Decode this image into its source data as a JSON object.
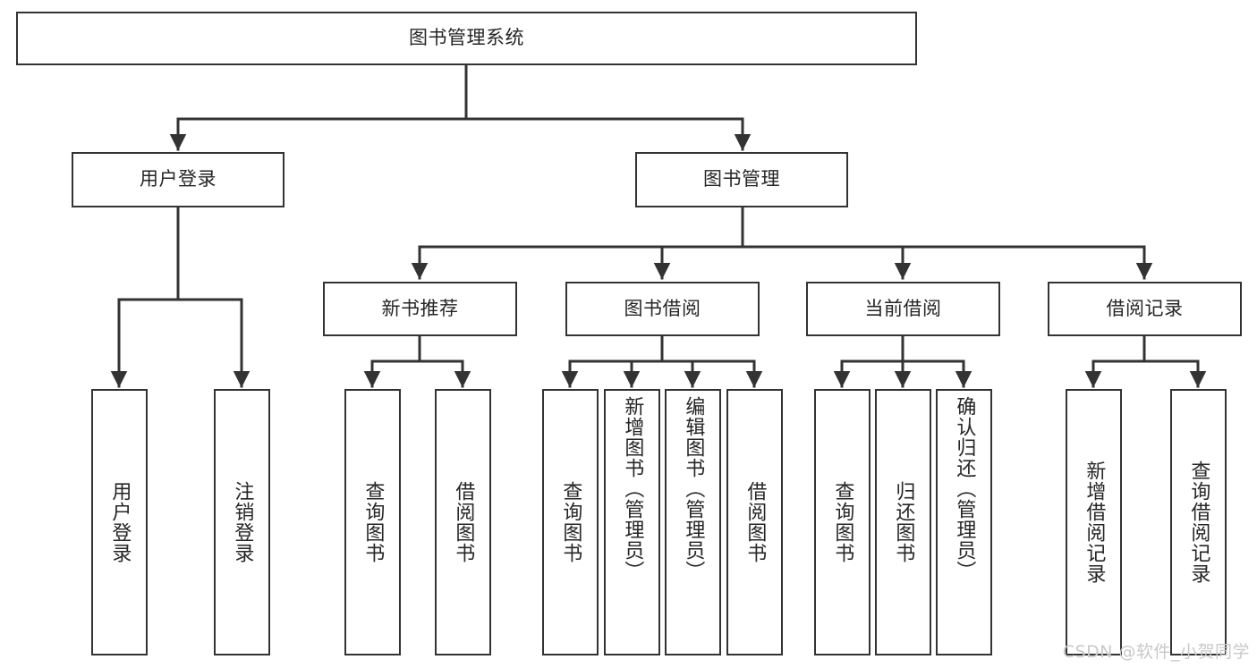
{
  "diagram": {
    "type": "tree-hierarchy-chart",
    "title": "图书管理系统",
    "watermark": "CSDN @软件_小贺同学",
    "colors": {
      "stroke": "#333333",
      "fill": "#ffffff",
      "text": "#262626",
      "watermark": "#c9c9c9"
    },
    "levels": {
      "root": {
        "label": "图书管理系统"
      },
      "level2": [
        {
          "id": "user-login",
          "label": "用户登录"
        },
        {
          "id": "book-management",
          "label": "图书管理"
        }
      ],
      "level3": [
        {
          "id": "new-book-recommend",
          "label": "新书推荐",
          "parent": "book-management"
        },
        {
          "id": "book-borrow",
          "label": "图书借阅",
          "parent": "book-management"
        },
        {
          "id": "current-borrow",
          "label": "当前借阅",
          "parent": "book-management"
        },
        {
          "id": "borrow-record",
          "label": "借阅记录",
          "parent": "book-management"
        }
      ],
      "leaves": [
        {
          "id": "leaf-user-login",
          "label": "用户登录",
          "parent": "user-login"
        },
        {
          "id": "leaf-logout-login",
          "label": "注销登录",
          "parent": "user-login"
        },
        {
          "id": "leaf-query-book-1",
          "label": "查询图书",
          "parent": "new-book-recommend"
        },
        {
          "id": "leaf-borrow-book-1",
          "label": "借阅图书",
          "parent": "new-book-recommend"
        },
        {
          "id": "leaf-query-book-2",
          "label": "查询图书",
          "parent": "book-borrow"
        },
        {
          "id": "leaf-add-book",
          "label": "新增图书（管理员）",
          "parent": "book-borrow"
        },
        {
          "id": "leaf-edit-book",
          "label": "编辑图书（管理员）",
          "parent": "book-borrow"
        },
        {
          "id": "leaf-borrow-book-2",
          "label": "借阅图书",
          "parent": "book-borrow"
        },
        {
          "id": "leaf-query-book-3",
          "label": "查询图书",
          "parent": "current-borrow"
        },
        {
          "id": "leaf-return-book",
          "label": "归还图书",
          "parent": "current-borrow"
        },
        {
          "id": "leaf-confirm-return",
          "label": "确认归还（管理员）",
          "parent": "current-borrow"
        },
        {
          "id": "leaf-add-record",
          "label": "新增借阅记录",
          "parent": "borrow-record"
        },
        {
          "id": "leaf-query-record",
          "label": "查询借阅记录",
          "parent": "borrow-record"
        }
      ]
    }
  }
}
